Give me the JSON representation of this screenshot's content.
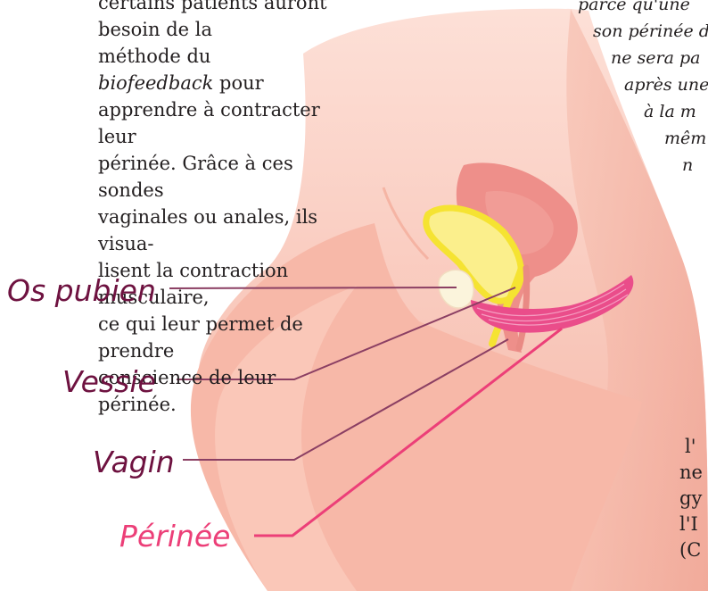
{
  "left_text": {
    "line1": "certains patients auront besoin de la",
    "line2_prefix": "méthode du ",
    "line2_em": "biofeedback",
    "line2_suffix": " pour",
    "line3": "apprendre à contracter leur",
    "line4": "périnée. Grâce à ces sondes",
    "line5": "vaginales ou anales, ils visua-",
    "line6": "lisent la contraction musculaire,",
    "line7": "ce qui leur permet de prendre",
    "line8": "conscience de leur périnée."
  },
  "right_text_top": [
    "parce qu'une",
    "son périnée d",
    "ne sera pa",
    "après une",
    "à la m",
    "mêm",
    "n"
  ],
  "right_text_bottom": [
    "l'",
    "ne",
    "gy",
    "l'I",
    "(C"
  ],
  "labels": {
    "os_pubien": "Os pubien",
    "vessie": "Vessie",
    "vagin": "Vagin",
    "perinee": "Périnée"
  },
  "colors": {
    "skin_light": "#fbd3c8",
    "skin_mid": "#f6b6a6",
    "skin_dark": "#efa191",
    "bladder_outline": "#f7e63c",
    "bladder_fill": "#fbef8c",
    "uterus": "#ee8f8a",
    "muscle": "#ea4d8a",
    "label_dark": "#6e1240",
    "label_pink": "#ec3f78",
    "leader_dark": "#8b3f63",
    "leader_pink": "#ec3f78"
  }
}
